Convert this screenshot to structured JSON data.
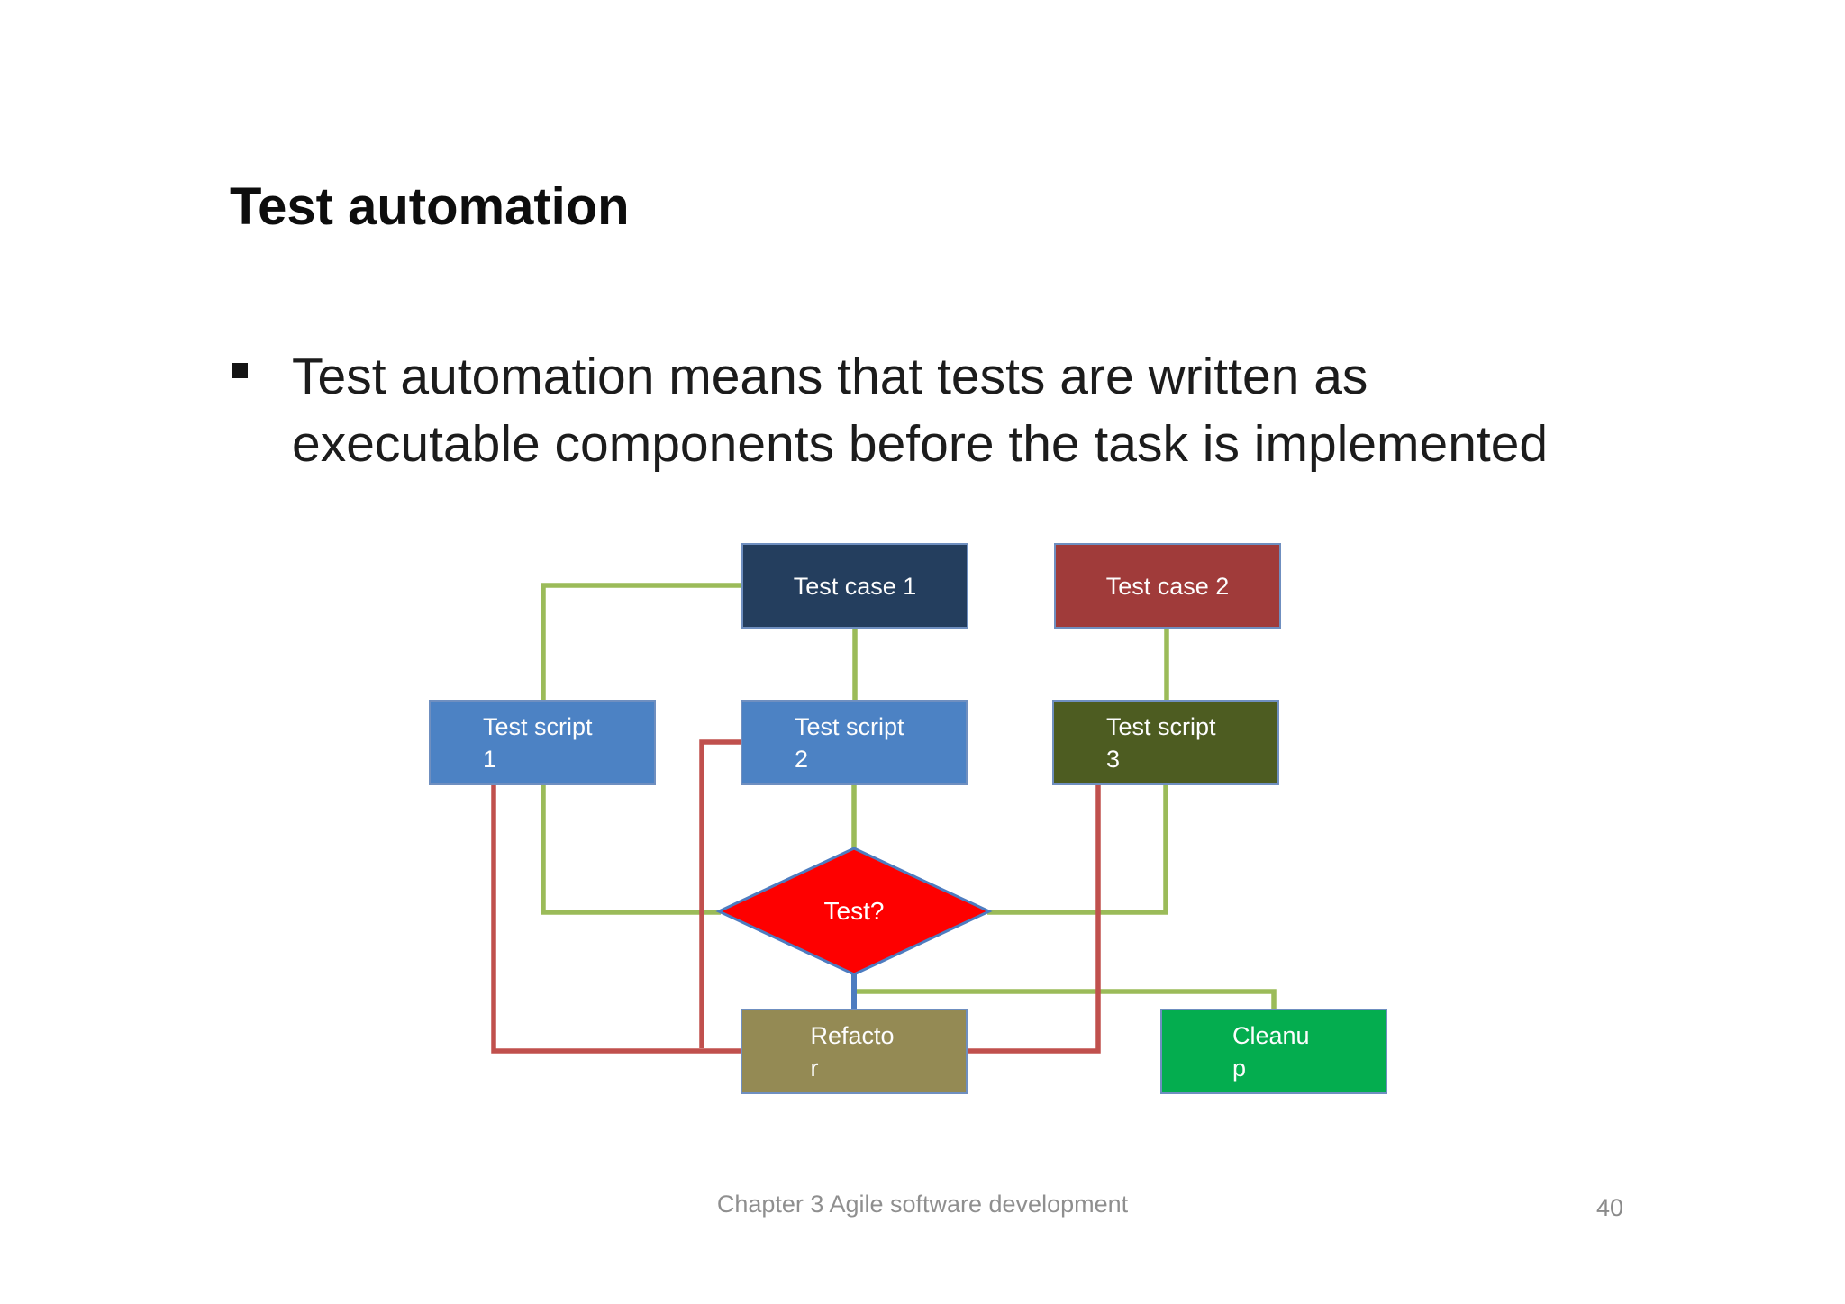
{
  "slide": {
    "title": "Test automation",
    "bullet_text": "Test automation means that tests are written as executable components before the task is implemented",
    "footer": "Chapter 3 Agile software development",
    "page_number": "40"
  },
  "diagram": {
    "nodes": [
      {
        "id": "tc1",
        "label": "Test case 1",
        "shape": "rect",
        "fill": "#243e5e"
      },
      {
        "id": "tc2",
        "label": "Test case 2",
        "shape": "rect",
        "fill": "#a03b3a"
      },
      {
        "id": "ts1",
        "label": "Test script 1",
        "shape": "rect",
        "fill": "#4c82c4"
      },
      {
        "id": "ts2",
        "label": "Test script 2",
        "shape": "rect",
        "fill": "#4c82c4"
      },
      {
        "id": "ts3",
        "label": "Test script 3",
        "shape": "rect",
        "fill": "#4d5c21"
      },
      {
        "id": "test",
        "label": "Test?",
        "shape": "diamond",
        "fill": "#fe0000"
      },
      {
        "id": "refactor",
        "label": "Refactor",
        "shape": "rect",
        "fill": "#948a54"
      },
      {
        "id": "cleanup",
        "label": "Cleanup",
        "shape": "rect",
        "fill": "#04ad4f"
      }
    ],
    "edges": [
      {
        "from": "tc1",
        "to": "ts1",
        "color": "green"
      },
      {
        "from": "tc1",
        "to": "ts2",
        "color": "green"
      },
      {
        "from": "tc2",
        "to": "ts3",
        "color": "green"
      },
      {
        "from": "ts1",
        "to": "test",
        "color": "green"
      },
      {
        "from": "ts2",
        "to": "test",
        "color": "green"
      },
      {
        "from": "ts3",
        "to": "test",
        "color": "green"
      },
      {
        "from": "test",
        "to": "refactor",
        "color": "blue"
      },
      {
        "from": "test",
        "to": "cleanup",
        "color": "green"
      },
      {
        "from": "ts1",
        "to": "refactor",
        "color": "red"
      },
      {
        "from": "ts2",
        "to": "refactor",
        "color": "red"
      },
      {
        "from": "ts3",
        "to": "refactor",
        "color": "red"
      }
    ],
    "connector_colors": {
      "green": "#9bbb59",
      "red": "#c0504d",
      "blue": "#4d7cc0"
    },
    "border_color": "#6f8fc0"
  }
}
